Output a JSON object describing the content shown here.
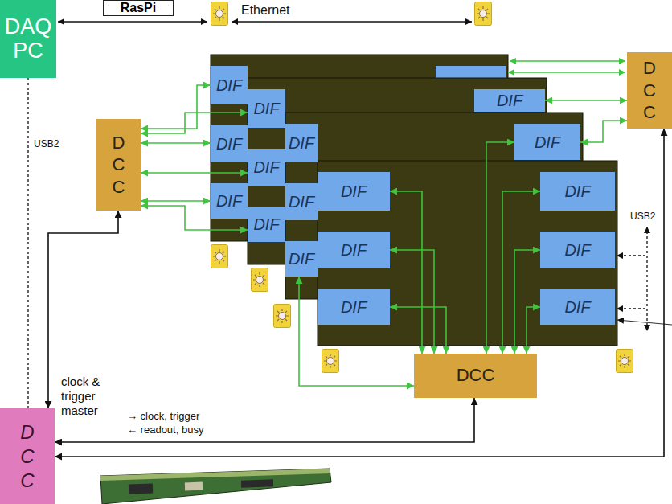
{
  "diagram": {
    "nodes": [
      {
        "text": [
          "DAQ PC"
        ]
      },
      {
        "text": [
          "RasPi"
        ]
      },
      {
        "text": [
          "DCC"
        ]
      },
      {
        "text": [
          "DCC"
        ]
      },
      {
        "text": [
          "DIF"
        ]
      },
      {
        "text": [
          "DIF"
        ]
      },
      {
        "text": [
          "DIF"
        ]
      },
      {
        "text": [
          "DIF"
        ]
      },
      {
        "text": [
          "DIF"
        ]
      },
      {
        "text": [
          "DIF"
        ]
      },
      {
        "text": [
          "DIF"
        ]
      },
      {
        "text": [
          "DIF"
        ]
      },
      {
        "text": [
          "DIF"
        ]
      },
      {
        "text": [
          "DIF"
        ]
      },
      {
        "text": [
          "DIF"
        ]
      },
      {
        "text": [
          "DIF"
        ]
      },
      {
        "text": [
          "DIF"
        ]
      },
      {
        "text": [
          "DIF"
        ]
      },
      {
        "text": [
          "DIF"
        ]
      },
      {
        "text": [
          "DIF"
        ]
      },
      {
        "text": [
          "DIF"
        ]
      },
      {
        "text": [
          "DCC"
        ]
      },
      {
        "text": [
          "DCC"
        ]
      }
    ],
    "edges": [
      {
        "from": 0,
        "to": 22,
        "arrow": "none",
        "label": "USB2"
      },
      {
        "from": 3,
        "to": 4,
        "arrow": "both"
      },
      {
        "from": 3,
        "to": 5,
        "arrow": "both"
      },
      {
        "from": 3,
        "to": 6,
        "arrow": "both"
      },
      {
        "from": 3,
        "to": 7,
        "arrow": "both"
      },
      {
        "from": 3,
        "to": 8,
        "arrow": "both"
      },
      {
        "from": 3,
        "to": 9,
        "arrow": "both"
      },
      {
        "from": 2,
        "to": 10,
        "arrow": "both"
      },
      {
        "from": 2,
        "to": 14,
        "arrow": "both"
      },
      {
        "from": 21,
        "to": 13,
        "arrow": "both"
      },
      {
        "from": 21,
        "to": 14,
        "arrow": "both"
      },
      {
        "from": 21,
        "to": 15,
        "arrow": "both"
      },
      {
        "from": 21,
        "to": 16,
        "arrow": "both"
      },
      {
        "from": 21,
        "to": 17,
        "arrow": "both"
      },
      {
        "from": 21,
        "to": 18,
        "arrow": "both"
      },
      {
        "from": 21,
        "to": 19,
        "arrow": "both"
      },
      {
        "from": 21,
        "to": 20,
        "arrow": "both"
      },
      {
        "from": 22,
        "to": 3,
        "arrow": "both"
      },
      {
        "from": 22,
        "to": 21,
        "arrow": "both"
      },
      {
        "from": 22,
        "to": 2,
        "arrow": "both"
      }
    ],
    "labels": [
      "Ethernet",
      "USB2",
      "clock & trigger master",
      "→ clock, trigger",
      "← readout, busy"
    ]
  }
}
